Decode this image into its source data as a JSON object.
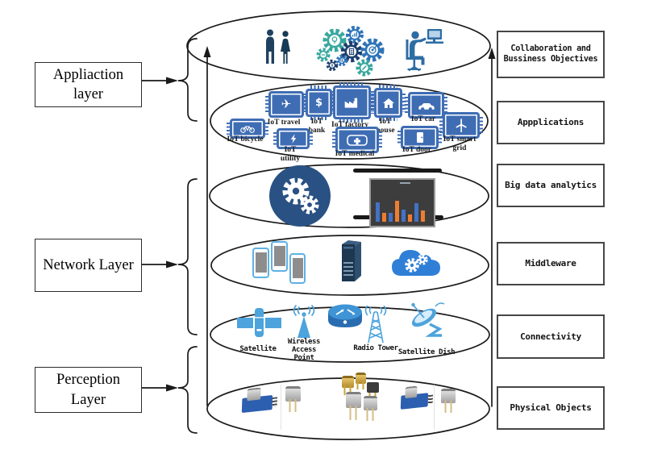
{
  "figure": {
    "title_semantics": "IoT architecture layered cylinder diagram",
    "left_boxes": [
      {
        "label": "Appliaction\nlayer"
      },
      {
        "label": "Network Layer"
      },
      {
        "label": "Perception\nLayer"
      }
    ],
    "right_boxes": [
      {
        "label": "Collaboration and\nBussiness Objectives"
      },
      {
        "label": "Appplications"
      },
      {
        "label": "Big data analytics"
      },
      {
        "label": "Middleware"
      },
      {
        "label": "Connectivity"
      },
      {
        "label": "Physical Objects"
      }
    ],
    "app_chips": [
      {
        "label": "IoT travel"
      },
      {
        "label": "IoT\nbank"
      },
      {
        "label": "IoT factory"
      },
      {
        "label": "IoT\nhouse"
      },
      {
        "label": "IoT car"
      },
      {
        "label": "IoT bicycle"
      },
      {
        "label": "IoT\nutility"
      },
      {
        "label": "IoT medical"
      },
      {
        "label": "IoT door"
      },
      {
        "label": "IoT smart\ngrid"
      }
    ],
    "connectivity_labels": {
      "satellite": "Satellite",
      "wap": "Wireless\nAccess\nPoint",
      "radio_tower": "Radio Tower",
      "satellite_dish": "Satellite Dish"
    },
    "glyphs": {
      "travel": "✈",
      "bank": "$"
    },
    "icons": {
      "collaboration": [
        "business-people-icon",
        "gears-cluster-icon",
        "person-at-computer-icon"
      ],
      "big_data": {
        "items": [
          "gears-circle-icon",
          "bar-chart-screen-icon"
        ],
        "chart_bar_heights": [
          24,
          11,
          11,
          26,
          15,
          9,
          23,
          14
        ],
        "chart_bar_colors": [
          "#4472c4",
          "#ed7d31"
        ]
      },
      "middleware": [
        "smartphones-icon",
        "server-tower-icon",
        "cloud-gears-icon"
      ],
      "connectivity": [
        "satellite-icon",
        "wireless-access-point-icon",
        "router-icon",
        "radio-tower-icon",
        "satellite-dish-icon"
      ],
      "physical": [
        "sensor-module-icon",
        "sensor-can-icon"
      ]
    },
    "colors": {
      "chip_blue": "#3f6db4",
      "icon_light_blue": "#4da3dc",
      "navy_circle": "#2a5183",
      "cloud_blue": "#2f7fd6",
      "bar_blue": "#4472c4",
      "bar_orange": "#ed7d31",
      "teal_gear": "#3aa89f",
      "outline_black": "#1a1a1a"
    }
  }
}
